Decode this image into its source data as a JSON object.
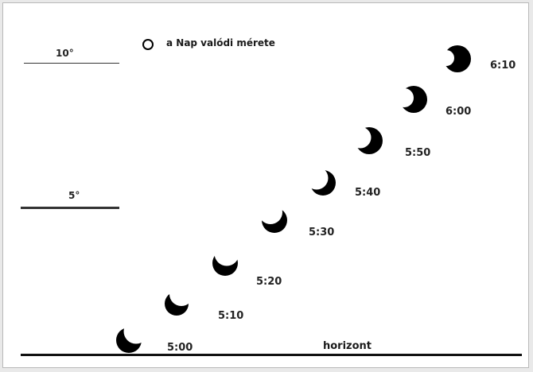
{
  "legend": {
    "label": "a Nap valódi mérete"
  },
  "scale": {
    "label_10": "10°",
    "label_5": "5°"
  },
  "horizon": {
    "label": "horizont"
  },
  "sun_phases": [
    {
      "time": "5:00"
    },
    {
      "time": "5:10"
    },
    {
      "time": "5:20"
    },
    {
      "time": "5:30"
    },
    {
      "time": "5:40"
    },
    {
      "time": "5:50"
    },
    {
      "time": "6:00"
    },
    {
      "time": "6:10"
    }
  ],
  "colors": {
    "sun": "#000000",
    "background": "#ffffff",
    "text": "#222222"
  }
}
